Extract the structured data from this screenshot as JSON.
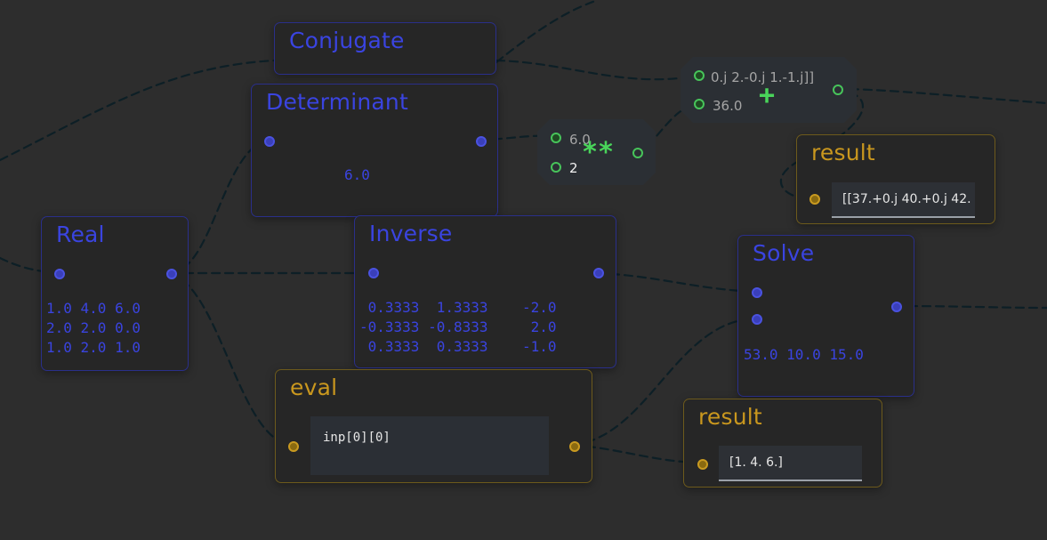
{
  "nodes": {
    "conjugate": {
      "title": "Conjugate"
    },
    "determinant": {
      "title": "Determinant",
      "value": "6.0"
    },
    "power": {
      "input_a": "6.0",
      "input_b": "2",
      "symbol": "**"
    },
    "add": {
      "input_a": "0.j 2.-0.j 1.-1.j]]",
      "input_b": "36.0",
      "symbol": "+"
    },
    "result_top": {
      "title": "result",
      "value": "[[37.+0.j 40.+0.j 42."
    },
    "real": {
      "title": "Real",
      "matrix": "1.0 4.0 6.0\n2.0 2.0 0.0\n1.0 2.0 1.0"
    },
    "inverse": {
      "title": "Inverse",
      "matrix": " 0.3333  1.3333    -2.0\n-0.3333 -0.8333     2.0\n 0.3333  0.3333    -1.0"
    },
    "solve": {
      "title": "Solve",
      "value": "53.0 10.0 15.0"
    },
    "eval": {
      "title": "eval",
      "code": "inp[0][0]"
    },
    "result_bottom": {
      "title": "result",
      "value": "[1. 4. 6.]"
    }
  },
  "colors": {
    "background": "#2d2d2d",
    "node_title_blue": "#3a44e0",
    "node_title_gold": "#c9971e",
    "operator_green": "#49d45a",
    "wire": "#0f2128"
  }
}
